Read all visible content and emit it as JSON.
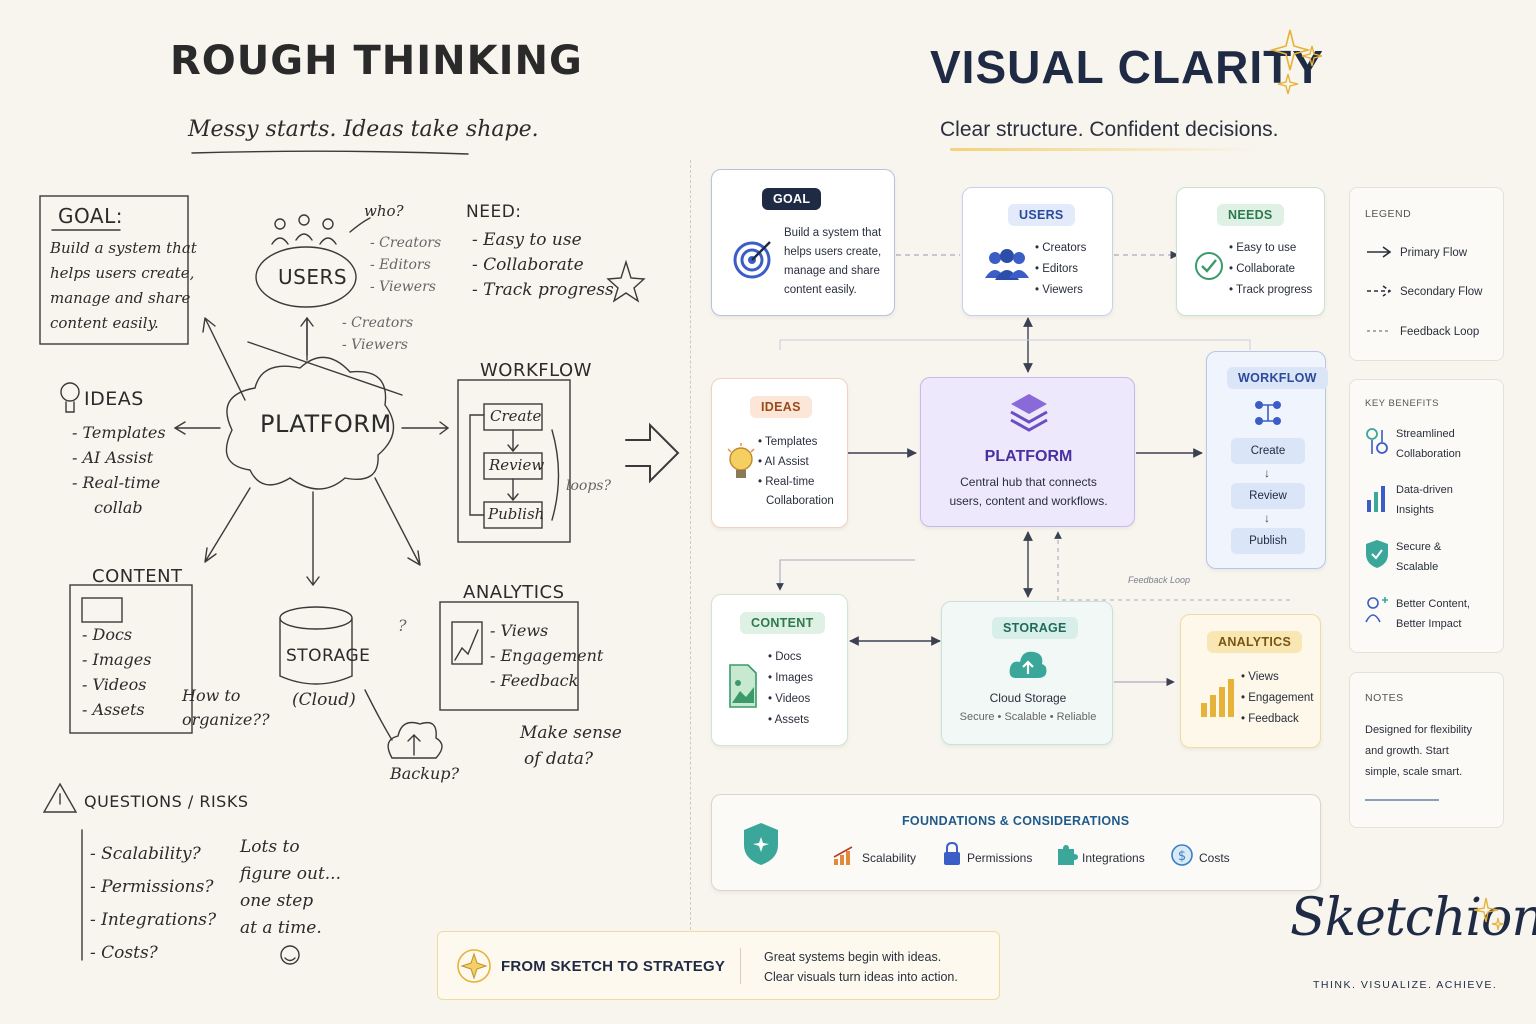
{
  "left": {
    "title": "ROUGH THINKING",
    "subtitle": "Messy starts. Ideas take shape.",
    "goal": {
      "label": "GOAL:",
      "lines": [
        "Build a system that",
        "helps users create,",
        "manage and share",
        "content easily."
      ]
    },
    "users": {
      "label": "USERS",
      "question": "who?",
      "items": [
        "- Creators",
        "- Editors",
        "- Viewers"
      ],
      "items2": [
        "- Creators",
        "- Viewers"
      ]
    },
    "need": {
      "label": "NEED:",
      "items": [
        "- Easy to use",
        "- Collaborate",
        "- Track progress"
      ]
    },
    "ideas": {
      "label": "IDEAS",
      "items": [
        "- Templates",
        "- AI Assist",
        "- Real-time",
        "collab"
      ]
    },
    "platform": "PLATFORM",
    "workflow": {
      "label": "WORKFLOW",
      "steps": [
        "Create",
        "Review",
        "Publish"
      ],
      "note": "loops?"
    },
    "content": {
      "label": "CONTENT",
      "items": [
        "- Docs",
        "- Images",
        "- Videos",
        "- Assets"
      ]
    },
    "storage": {
      "label": "STORAGE",
      "sub": "(Cloud)",
      "q": "?",
      "backup": "Backup?"
    },
    "organize": [
      "How to",
      "organize??"
    ],
    "analytics": {
      "label": "ANALYTICS",
      "items": [
        "- Views",
        "- Engagement",
        "- Feedback"
      ],
      "note": [
        "Make sense",
        "of data?"
      ]
    },
    "questions": {
      "label": "QUESTIONS / RISKS",
      "items": [
        "- Scalability?",
        "- Permissions?",
        "- Integrations?",
        "- Costs?"
      ]
    },
    "lots": [
      "Lots to",
      "figure out...",
      "one step",
      "at a time."
    ]
  },
  "right": {
    "title": "VISUAL CLARITY",
    "subtitle": "Clear structure. Confident decisions.",
    "goal": {
      "label": "GOAL",
      "lines": [
        "Build a system that",
        "helps users create,",
        "manage and share",
        "content easily."
      ]
    },
    "users": {
      "label": "USERS",
      "items": [
        "Creators",
        "Editors",
        "Viewers"
      ]
    },
    "needs": {
      "label": "NEEDS",
      "items": [
        "Easy to use",
        "Collaborate",
        "Track progress"
      ]
    },
    "ideas": {
      "label": "IDEAS",
      "items": [
        "Templates",
        "AI Assist",
        "Real-time"
      ],
      "extra": "Collaboration"
    },
    "platform": {
      "label": "PLATFORM",
      "lines": [
        "Central hub that connects",
        "users, content and workflows."
      ]
    },
    "workflow": {
      "label": "WORKFLOW",
      "steps": [
        "Create",
        "Review",
        "Publish"
      ]
    },
    "content": {
      "label": "CONTENT",
      "items": [
        "Docs",
        "Images",
        "Videos",
        "Assets"
      ]
    },
    "storage": {
      "label": "STORAGE",
      "title": "Cloud Storage",
      "sub": "Secure • Scalable • Reliable"
    },
    "feedback_loop": "Feedback Loop",
    "analytics": {
      "label": "ANALYTICS",
      "items": [
        "Views",
        "Engagement",
        "Feedback"
      ]
    },
    "foundations": {
      "label": "FOUNDATIONS & CONSIDERATIONS",
      "items": [
        "Scalability",
        "Permissions",
        "Integrations",
        "Costs"
      ]
    },
    "legend": {
      "label": "LEGEND",
      "items": [
        "Primary Flow",
        "Secondary Flow",
        "Feedback Loop"
      ]
    },
    "benefits": {
      "label": "KEY BENEFITS",
      "items": [
        [
          "Streamlined",
          "Collaboration"
        ],
        [
          "Data-driven",
          "Insights"
        ],
        [
          "Secure &",
          "Scalable"
        ],
        [
          "Better Content,",
          "Better Impact"
        ]
      ]
    },
    "notes": {
      "label": "NOTES",
      "lines": [
        "Designed for flexibility",
        "and growth. Start",
        "simple, scale smart."
      ]
    }
  },
  "banner": {
    "title": "FROM SKETCH TO STRATEGY",
    "lines": [
      "Great systems begin with ideas.",
      "Clear visuals turn ideas into action."
    ]
  },
  "brand": {
    "name": "Sketchion",
    "tagline": "THINK. VISUALIZE. ACHIEVE."
  },
  "colors": {
    "navy": "#1f2a44",
    "green": "#3a9a6a",
    "blue": "#3b5ec6",
    "purple": "#6a4fc4",
    "orange": "#e08a3a",
    "gold": "#e6b23a",
    "teal": "#3aa79a"
  }
}
